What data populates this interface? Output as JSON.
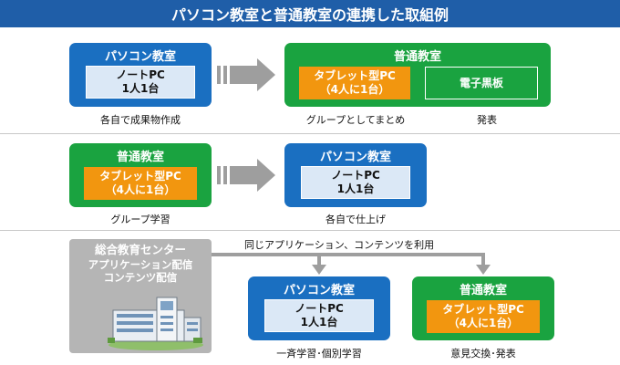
{
  "title": "パソコン教室と普通教室の連携した取組例",
  "row1": {
    "pc_room": {
      "title": "パソコン教室",
      "device_line1": "ノートPC",
      "device_line2": "1人1台",
      "caption": "各自で成果物作成"
    },
    "normal_room": {
      "title": "普通教室",
      "device_line1": "タブレット型PC",
      "device_line2": "（4人に1台）",
      "board": "電子黒板",
      "caption_left": "グループとしてまとめ",
      "caption_right": "発表"
    }
  },
  "row2": {
    "normal_room": {
      "title": "普通教室",
      "device_line1": "タブレット型PC",
      "device_line2": "（4人に1台）",
      "caption": "グループ学習"
    },
    "pc_room": {
      "title": "パソコン教室",
      "device_line1": "ノートPC",
      "device_line2": "1人1台",
      "caption": "各自で仕上げ"
    }
  },
  "row3": {
    "center": {
      "title": "総合教育センター",
      "sub_line1": "アプリケーション配信",
      "sub_line2": "コンテンツ配信"
    },
    "flow_label": "同じアプリケーション、コンテンツを利用",
    "pc_room": {
      "title": "パソコン教室",
      "device_line1": "ノートPC",
      "device_line2": "1人1台",
      "caption": "一斉学習･個別学習"
    },
    "normal_room": {
      "title": "普通教室",
      "device_line1": "タブレット型PC",
      "device_line2": "（4人に1台）",
      "caption": "意見交換･発表"
    }
  },
  "colors": {
    "title_bar": "#1f5ea8",
    "blue_room": "#1a6fc1",
    "green_room": "#1aa340",
    "orange_device": "#f2960f",
    "light_device": "#dbe8f6",
    "center_gray": "#b5b5b5",
    "arrow_gray": "#9e9e9e"
  }
}
